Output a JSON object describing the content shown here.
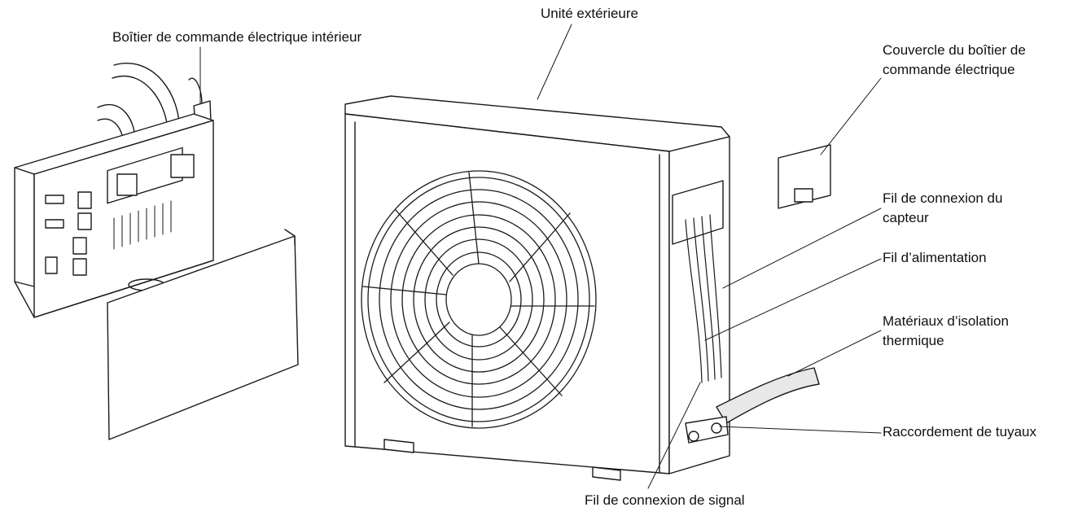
{
  "labels": {
    "indoor_control_box": "Boîtier de commande électrique intérieur",
    "outdoor_unit": "Unité extérieure",
    "control_box_cover": [
      "Couvercle du boîtier de",
      "commande électrique"
    ],
    "sensor_wire": [
      "Fil de connexion du",
      "capteur"
    ],
    "power_wire": "Fil d’alimentation",
    "thermal_insulation": [
      "Matériaux d’isolation",
      "thermique"
    ],
    "pipe_connection": "Raccordement de tuyaux",
    "signal_wire": "Fil de connexion de signal"
  },
  "colors": {
    "line": "#1a1a1a",
    "fill": "#ffffff",
    "shade": "#e8e8e8"
  }
}
